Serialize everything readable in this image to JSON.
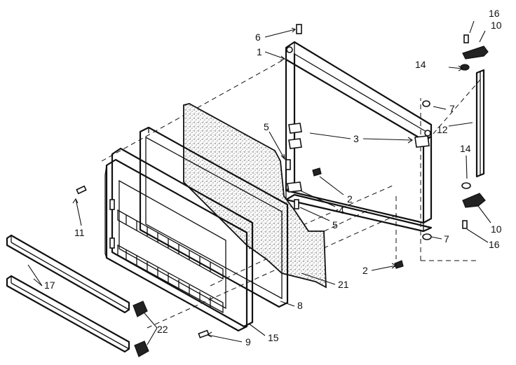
{
  "callouts": {
    "c1": "1",
    "c2a": "2",
    "c2b": "2",
    "c3": "3",
    "c4": "4",
    "c5a": "5",
    "c5b": "5",
    "c6": "6",
    "c7a": "7",
    "c7b": "7",
    "c8": "8",
    "c9": "9",
    "c10a": "10",
    "c10b": "10",
    "c11": "11",
    "c12": "12",
    "c14a": "14",
    "c14b": "14",
    "c15": "15",
    "c16a": "16",
    "c16b": "16",
    "c17": "17",
    "c21": "21",
    "c22": "22"
  },
  "colors": {
    "ink": "#111111",
    "paper": "#ffffff",
    "foam_speckle": "#444444"
  }
}
